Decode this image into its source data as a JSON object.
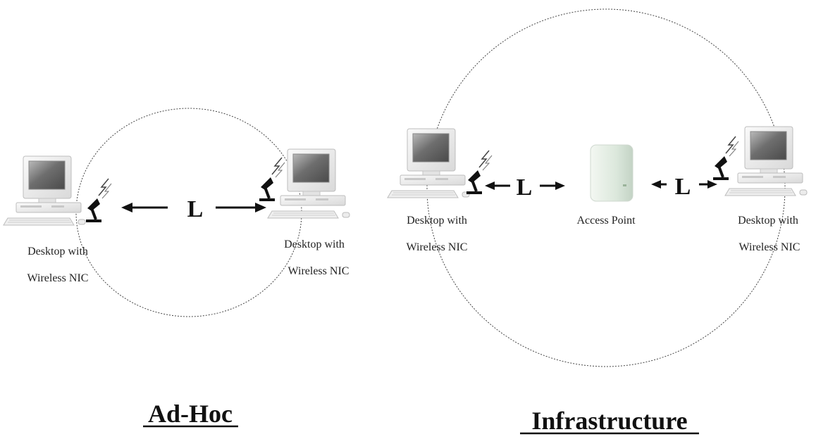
{
  "adhoc": {
    "title": "Ad-Hoc",
    "left_desktop": {
      "line1": "Desktop with",
      "line2": "Wireless NIC"
    },
    "right_desktop": {
      "line1": "Desktop with",
      "line2": "Wireless NIC"
    },
    "distance_label": "L"
  },
  "infrastructure": {
    "title": "Infrastructure",
    "left_desktop": {
      "line1": "Desktop with",
      "line2": "Wireless NIC"
    },
    "access_point": {
      "label": "Access Point"
    },
    "right_desktop": {
      "line1": "Desktop with",
      "line2": "Wireless NIC"
    },
    "left_distance_label": "L",
    "right_distance_label": "L"
  }
}
